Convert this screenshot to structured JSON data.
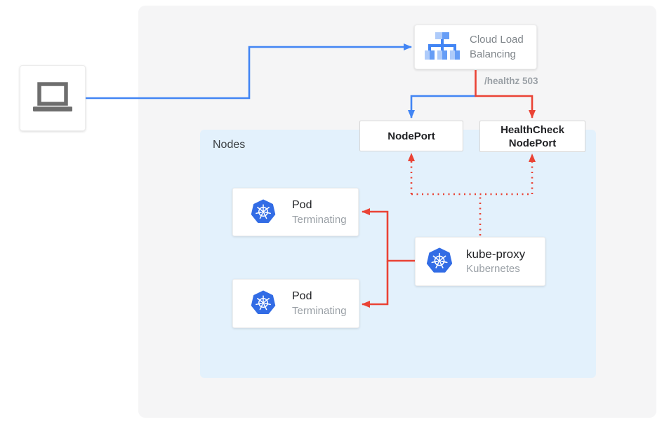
{
  "diagram": {
    "nodes_panel_label": "Nodes",
    "client": {
      "icon": "laptop-icon"
    },
    "cloud_load_balancing": {
      "icon": "load-balancer-tree-icon",
      "line1": "Cloud Load",
      "line2": "Balancing"
    },
    "healthz_label": "/healthz 503",
    "nodeport_label": "NodePort",
    "healthcheck_nodeport": {
      "line1": "HealthCheck",
      "line2": "NodePort"
    },
    "pods": [
      {
        "icon": "kubernetes-helm-icon",
        "title": "Pod",
        "status": "Terminating"
      },
      {
        "icon": "kubernetes-helm-icon",
        "title": "Pod",
        "status": "Terminating"
      }
    ],
    "kube_proxy": {
      "icon": "kubernetes-helm-icon",
      "title": "kube-proxy",
      "subtitle": "Kubernetes"
    },
    "colors": {
      "blue_arrow": "#4285f4",
      "red_arrow": "#ea4335",
      "outer_panel_gray": "#f5f5f6",
      "nodes_panel_blue": "#e3f1fc",
      "k8s_logo_blue": "#326ce5",
      "lb_icon_light_blue": "#aecbfa",
      "lb_icon_mid_blue": "#669df6",
      "lb_icon_dark_blue": "#4285f4",
      "laptop_gray": "#6e6e6e",
      "text_dark": "#202124",
      "text_gray": "#80868b",
      "status_gray": "#9aa0a6"
    }
  }
}
